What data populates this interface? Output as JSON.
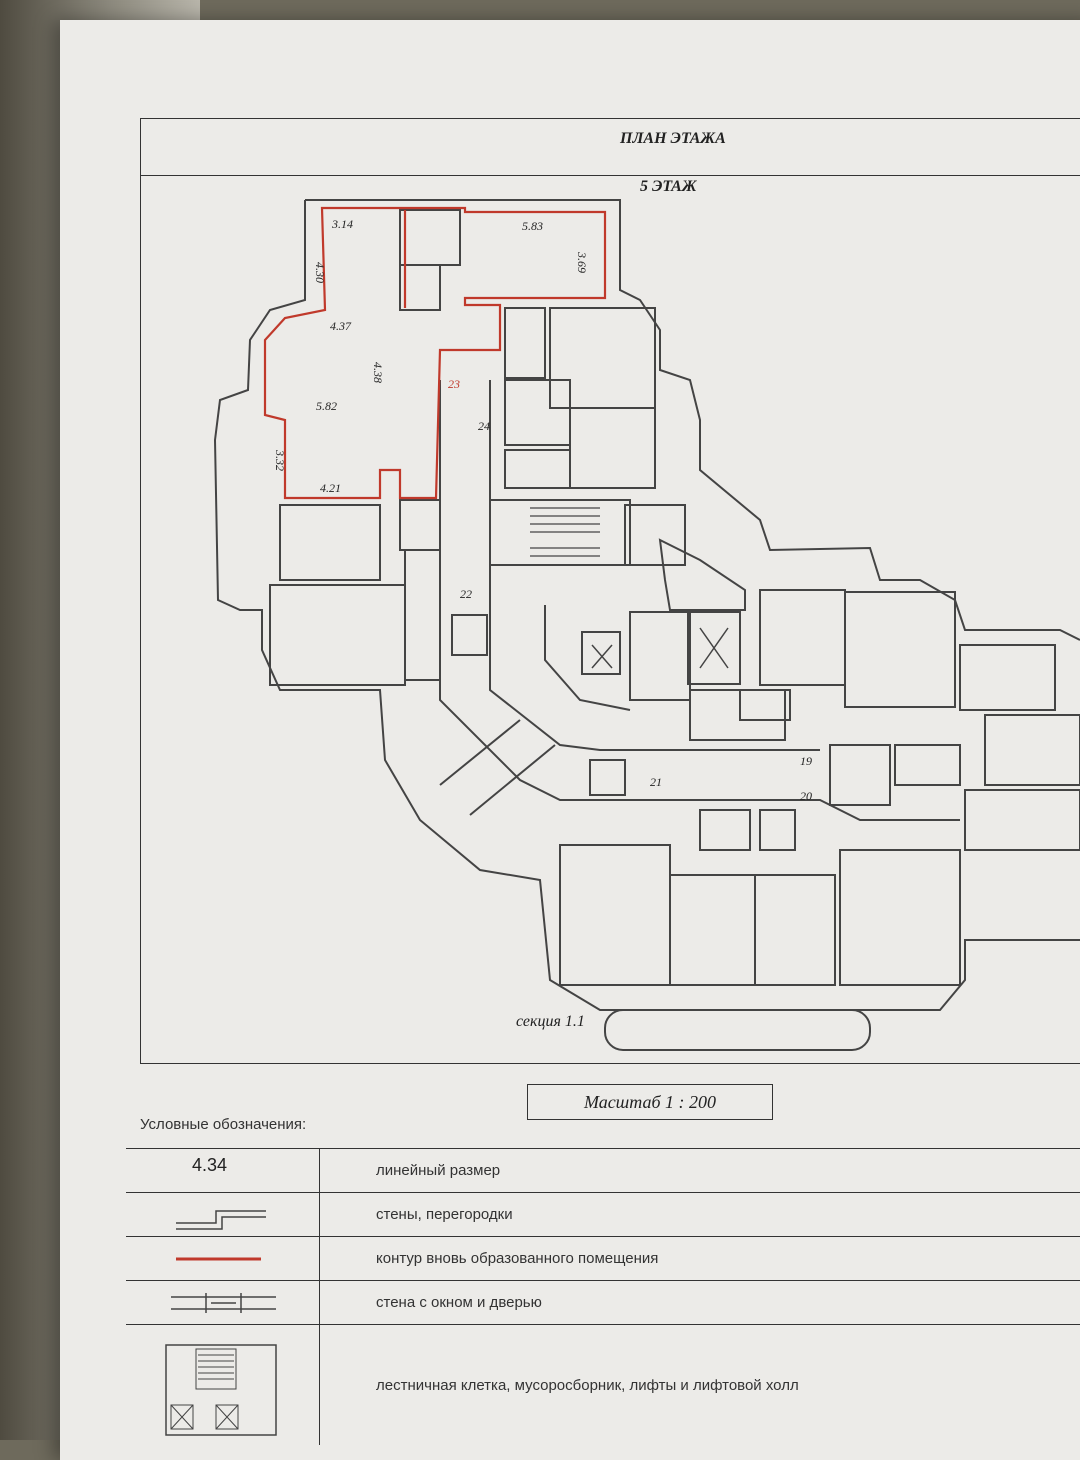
{
  "header": {
    "title": "ПЛАН ЭТАЖА",
    "floor": "5 ЭТАЖ"
  },
  "dimensions": {
    "d314": "3.14",
    "d430": "4.30",
    "d583": "5.83",
    "d369": "3.69",
    "d437": "4.37",
    "d438": "4.38",
    "d582": "5.82",
    "d332": "3.32",
    "d421": "4.21"
  },
  "rooms": {
    "r23": "23",
    "r24": "24",
    "r22": "22",
    "r21": "21",
    "r20": "20",
    "r19": "19"
  },
  "section": "секция 1.1",
  "scale": "Масштаб 1 : 200",
  "legend": {
    "title": "Условные обозначения:",
    "sample_size": "4.34",
    "items": [
      "линейный размер",
      "стены, перегородки",
      "контур вновь образованного помещения",
      "стена с окном и дверью",
      "лестничная клетка, мусоросборник, лифты и лифтовой холл"
    ]
  },
  "colors": {
    "contour": "#c0392b",
    "walls": "#444444",
    "paper": "#ecebe8"
  }
}
